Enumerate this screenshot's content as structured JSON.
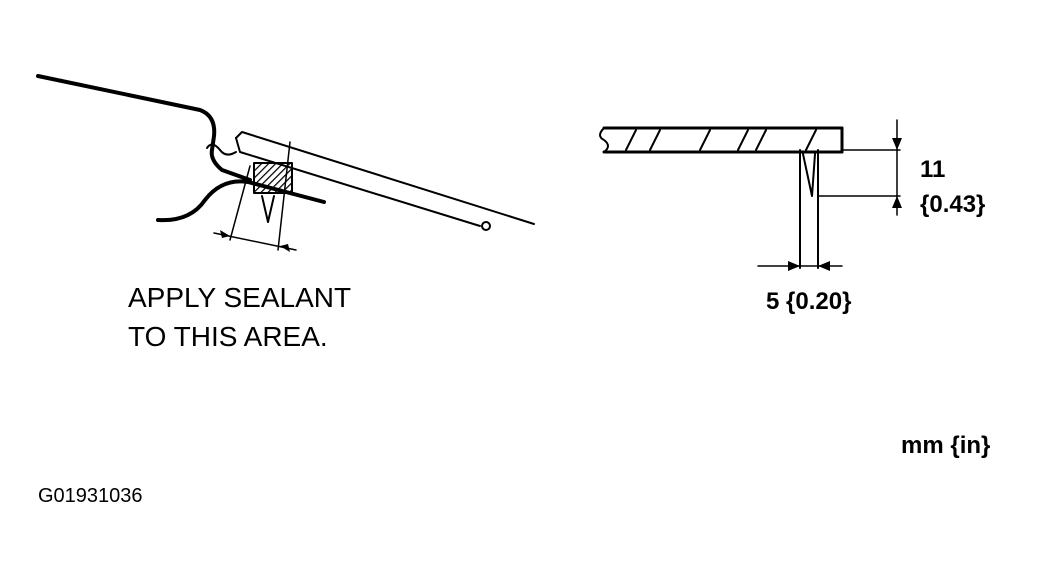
{
  "note": {
    "line1": "APPLY SEALANT",
    "line2": "TO THIS AREA."
  },
  "dimensions": {
    "height_mm": "11",
    "height_in": "{0.43}",
    "width": "5 {0.20}"
  },
  "units": "mm {in}",
  "figure_code": "G01931036"
}
